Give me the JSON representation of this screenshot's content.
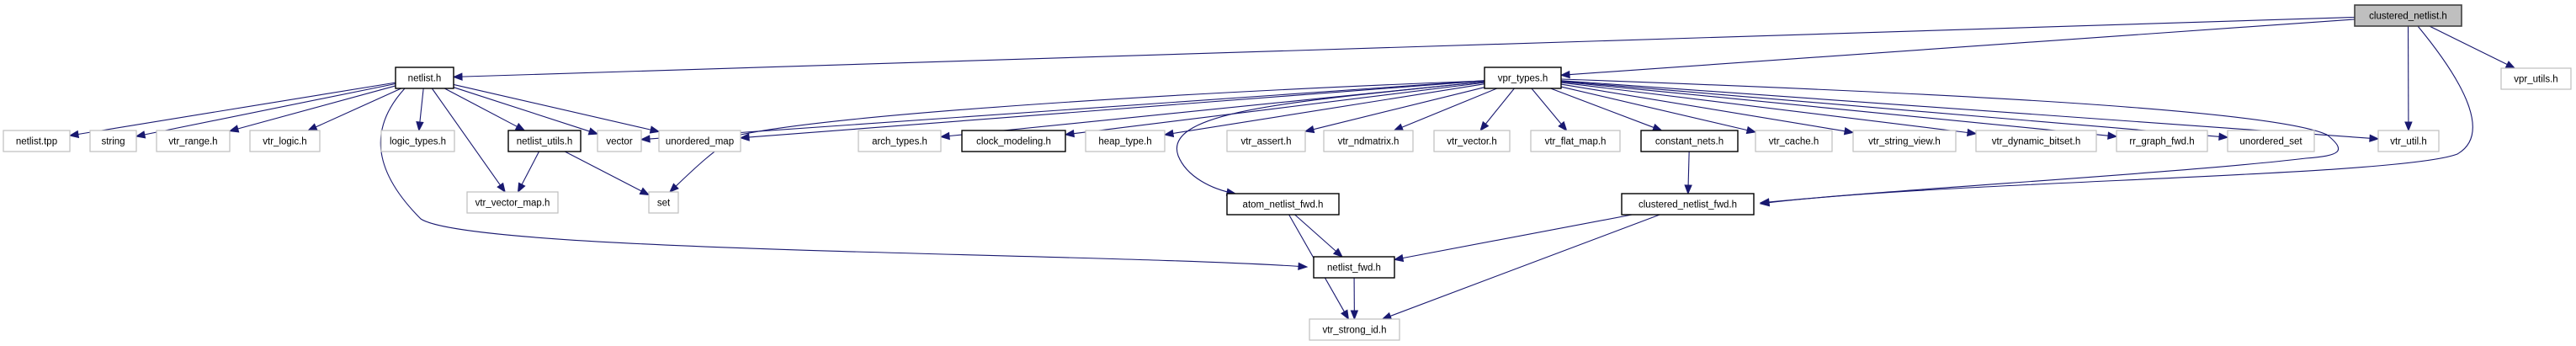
{
  "title": "clustered_netlist.h include dependency graph",
  "colors": {
    "edge": "#191970",
    "root_fill": "#bfbfbf",
    "documented_border": "#000000",
    "external_border": "#bfbfbf"
  },
  "nodes": [
    {
      "id": "clustered_netlist_h",
      "label": "clustered_netlist.h",
      "kind": "root"
    },
    {
      "id": "netlist_h",
      "label": "netlist.h",
      "kind": "documented"
    },
    {
      "id": "vpr_types_h",
      "label": "vpr_types.h",
      "kind": "documented"
    },
    {
      "id": "vpr_utils_h",
      "label": "vpr_utils.h",
      "kind": "external"
    },
    {
      "id": "netlist_tpp",
      "label": "netlist.tpp",
      "kind": "external"
    },
    {
      "id": "string",
      "label": "string",
      "kind": "external"
    },
    {
      "id": "vtr_range_h",
      "label": "vtr_range.h",
      "kind": "external"
    },
    {
      "id": "vtr_logic_h",
      "label": "vtr_logic.h",
      "kind": "external"
    },
    {
      "id": "logic_types_h",
      "label": "logic_types.h",
      "kind": "external"
    },
    {
      "id": "netlist_utils_h",
      "label": "netlist_utils.h",
      "kind": "documented"
    },
    {
      "id": "vector",
      "label": "vector",
      "kind": "external"
    },
    {
      "id": "unordered_map",
      "label": "unordered_map",
      "kind": "external"
    },
    {
      "id": "arch_types_h",
      "label": "arch_types.h",
      "kind": "external"
    },
    {
      "id": "clock_modeling_h",
      "label": "clock_modeling.h",
      "kind": "documented"
    },
    {
      "id": "heap_type_h",
      "label": "heap_type.h",
      "kind": "external"
    },
    {
      "id": "vtr_assert_h",
      "label": "vtr_assert.h",
      "kind": "external"
    },
    {
      "id": "vtr_ndmatrix_h",
      "label": "vtr_ndmatrix.h",
      "kind": "external"
    },
    {
      "id": "vtr_vector_h",
      "label": "vtr_vector.h",
      "kind": "external"
    },
    {
      "id": "vtr_flat_map_h",
      "label": "vtr_flat_map.h",
      "kind": "external"
    },
    {
      "id": "constant_nets_h",
      "label": "constant_nets.h",
      "kind": "documented"
    },
    {
      "id": "vtr_cache_h",
      "label": "vtr_cache.h",
      "kind": "external"
    },
    {
      "id": "vtr_string_view_h",
      "label": "vtr_string_view.h",
      "kind": "external"
    },
    {
      "id": "vtr_dynamic_bitset_h",
      "label": "vtr_dynamic_bitset.h",
      "kind": "external"
    },
    {
      "id": "rr_graph_fwd_h",
      "label": "rr_graph_fwd.h",
      "kind": "external"
    },
    {
      "id": "unordered_set",
      "label": "unordered_set",
      "kind": "external"
    },
    {
      "id": "vtr_util_h",
      "label": "vtr_util.h",
      "kind": "external"
    },
    {
      "id": "vtr_vector_map_h",
      "label": "vtr_vector_map.h",
      "kind": "external"
    },
    {
      "id": "set",
      "label": "set",
      "kind": "external"
    },
    {
      "id": "atom_netlist_fwd_h",
      "label": "atom_netlist_fwd.h",
      "kind": "documented"
    },
    {
      "id": "clustered_netlist_fwd_h",
      "label": "clustered_netlist_fwd.h",
      "kind": "documented"
    },
    {
      "id": "netlist_fwd_h",
      "label": "netlist_fwd.h",
      "kind": "documented"
    },
    {
      "id": "vtr_strong_id_h",
      "label": "vtr_strong_id.h",
      "kind": "external"
    }
  ],
  "edges": [
    {
      "from": "clustered_netlist_h",
      "to": "netlist_h"
    },
    {
      "from": "clustered_netlist_h",
      "to": "vpr_types_h"
    },
    {
      "from": "clustered_netlist_h",
      "to": "vpr_utils_h"
    },
    {
      "from": "clustered_netlist_h",
      "to": "vtr_util_h"
    },
    {
      "from": "clustered_netlist_h",
      "to": "clustered_netlist_fwd_h"
    },
    {
      "from": "netlist_h",
      "to": "netlist_tpp"
    },
    {
      "from": "netlist_h",
      "to": "string"
    },
    {
      "from": "netlist_h",
      "to": "vtr_range_h"
    },
    {
      "from": "netlist_h",
      "to": "vtr_logic_h"
    },
    {
      "from": "netlist_h",
      "to": "logic_types_h"
    },
    {
      "from": "netlist_h",
      "to": "netlist_utils_h"
    },
    {
      "from": "netlist_h",
      "to": "vector"
    },
    {
      "from": "netlist_h",
      "to": "unordered_map"
    },
    {
      "from": "netlist_h",
      "to": "vtr_vector_map_h"
    },
    {
      "from": "netlist_h",
      "to": "netlist_fwd_h"
    },
    {
      "from": "netlist_utils_h",
      "to": "vtr_vector_map_h"
    },
    {
      "from": "netlist_utils_h",
      "to": "set"
    },
    {
      "from": "vpr_types_h",
      "to": "vector"
    },
    {
      "from": "vpr_types_h",
      "to": "unordered_map"
    },
    {
      "from": "vpr_types_h",
      "to": "set"
    },
    {
      "from": "vpr_types_h",
      "to": "arch_types_h"
    },
    {
      "from": "vpr_types_h",
      "to": "clock_modeling_h"
    },
    {
      "from": "vpr_types_h",
      "to": "heap_type_h"
    },
    {
      "from": "vpr_types_h",
      "to": "atom_netlist_fwd_h"
    },
    {
      "from": "vpr_types_h",
      "to": "vtr_assert_h"
    },
    {
      "from": "vpr_types_h",
      "to": "vtr_ndmatrix_h"
    },
    {
      "from": "vpr_types_h",
      "to": "vtr_vector_h"
    },
    {
      "from": "vpr_types_h",
      "to": "vtr_flat_map_h"
    },
    {
      "from": "vpr_types_h",
      "to": "constant_nets_h"
    },
    {
      "from": "vpr_types_h",
      "to": "vtr_cache_h"
    },
    {
      "from": "vpr_types_h",
      "to": "vtr_string_view_h"
    },
    {
      "from": "vpr_types_h",
      "to": "vtr_dynamic_bitset_h"
    },
    {
      "from": "vpr_types_h",
      "to": "rr_graph_fwd_h"
    },
    {
      "from": "vpr_types_h",
      "to": "unordered_set"
    },
    {
      "from": "vpr_types_h",
      "to": "vtr_util_h"
    },
    {
      "from": "vpr_types_h",
      "to": "clustered_netlist_fwd_h"
    },
    {
      "from": "constant_nets_h",
      "to": "clustered_netlist_fwd_h"
    },
    {
      "from": "atom_netlist_fwd_h",
      "to": "netlist_fwd_h"
    },
    {
      "from": "atom_netlist_fwd_h",
      "to": "vtr_strong_id_h"
    },
    {
      "from": "clustered_netlist_fwd_h",
      "to": "netlist_fwd_h"
    },
    {
      "from": "clustered_netlist_fwd_h",
      "to": "vtr_strong_id_h"
    },
    {
      "from": "netlist_fwd_h",
      "to": "vtr_strong_id_h"
    }
  ]
}
